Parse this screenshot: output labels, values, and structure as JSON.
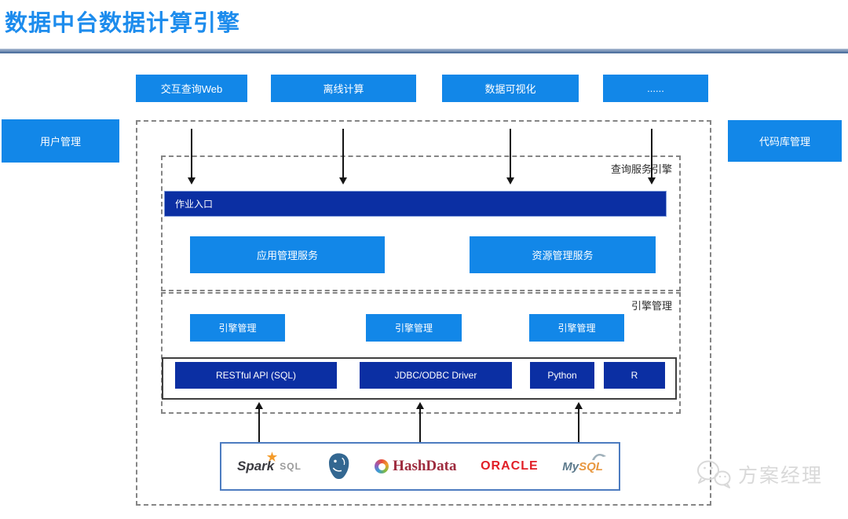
{
  "title": "数据中台数据计算引擎",
  "top_buttons": [
    "交互查询Web",
    "离线计算",
    "数据可视化",
    "......"
  ],
  "left_panel": "用户管理",
  "right_panel": "代码库管理",
  "query_service": {
    "label": "查询服务引擎",
    "job_entry": "作业入口",
    "services": [
      "应用管理服务",
      "资源管理服务"
    ]
  },
  "engine": {
    "label": "引擎管理",
    "managers": [
      "引擎管理",
      "引擎管理",
      "引擎管理"
    ],
    "apis": [
      "RESTful API (SQL)",
      "JDBC/ODBC Driver",
      "Python",
      "R"
    ]
  },
  "datasources": {
    "spark": "Spark",
    "spark_sql": "SQL",
    "hashdata": "HashData",
    "oracle": "ORACLE",
    "mysql_my": "My",
    "mysql_sql": "SQL"
  },
  "watermark": "方案经理",
  "colors": {
    "accent_blue": "#1287e8",
    "navy": "#0b2fa3",
    "title_blue": "#1d8ced",
    "rule_blue": "#3e6496",
    "dash_gray": "#858585",
    "logo_border": "#4d7cc0",
    "oracle_red": "#e11e26",
    "hashdata_maroon": "#9e2b3e",
    "spark_orange": "#f49b2a",
    "postgres_blue": "#336791",
    "mysql_gray": "#5d7a8c",
    "mysql_orange": "#e8973f",
    "watermark_gray": "#d9d9d9"
  }
}
